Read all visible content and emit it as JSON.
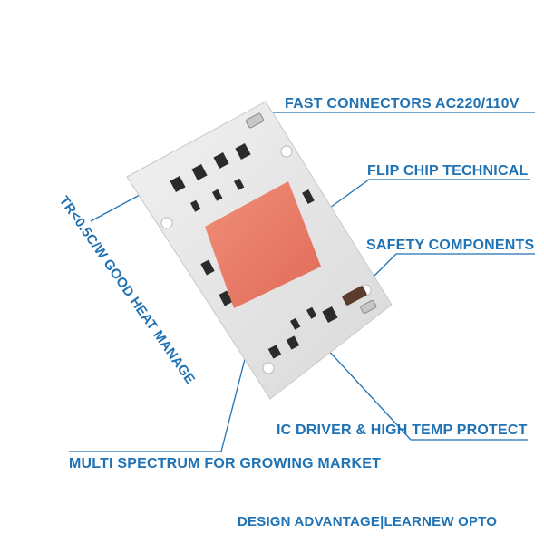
{
  "labels": {
    "fast_connectors": "FAST CONNECTORS AC220/110V",
    "flip_chip": "FLIP CHIP TECHNICAL",
    "safety_components": "SAFETY COMPONENTS",
    "ic_driver": "IC DRIVER & HIGH TEMP PROTECT",
    "multi_spectrum": "MULTI SPECTRUM FOR GROWING MARKET",
    "heat_manage": "TR<0.5C/W GOOD HEAT MANAGE",
    "footer": "DESIGN ADVANTAGE|LEARNEW OPTO"
  },
  "colors": {
    "accent": "#1f72b4",
    "board": "#e8e8e8",
    "led": "#e8806a",
    "component": "#2b2b2b"
  }
}
